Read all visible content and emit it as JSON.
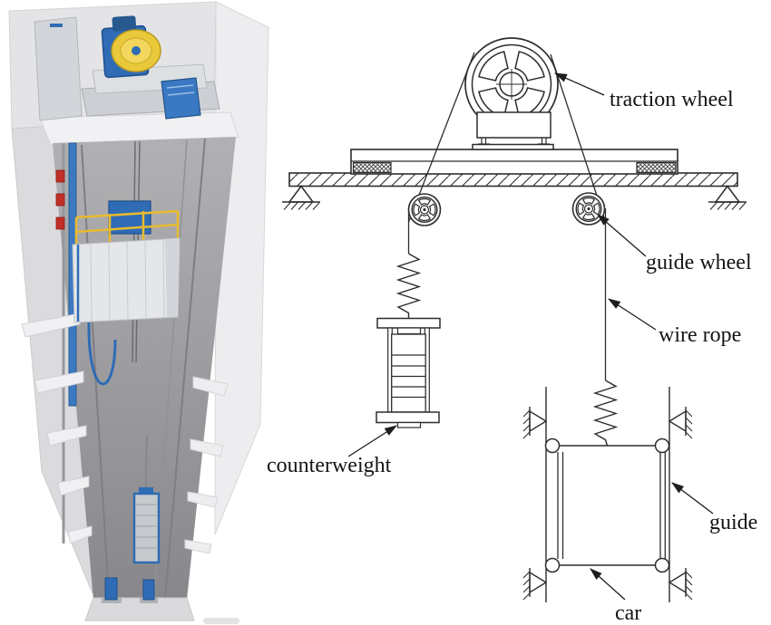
{
  "labels": {
    "traction_wheel": "traction wheel",
    "guide_wheel": "guide wheel",
    "wire_rope": "wire rope",
    "counterweight": "counterweight",
    "guide": "guide",
    "car": "car"
  },
  "colors": {
    "schematic_line": "#2d2d2d",
    "label_text": "#141414",
    "machine_blue": "#2f6cb5",
    "sheave_yellow": "#e9c83a",
    "railing_yellow": "#e8ba2e",
    "alarm_red": "#c13028",
    "wall_light": "#e4e4e7",
    "shaft_gray": "#9a9a9e",
    "background": "#ffffff"
  }
}
